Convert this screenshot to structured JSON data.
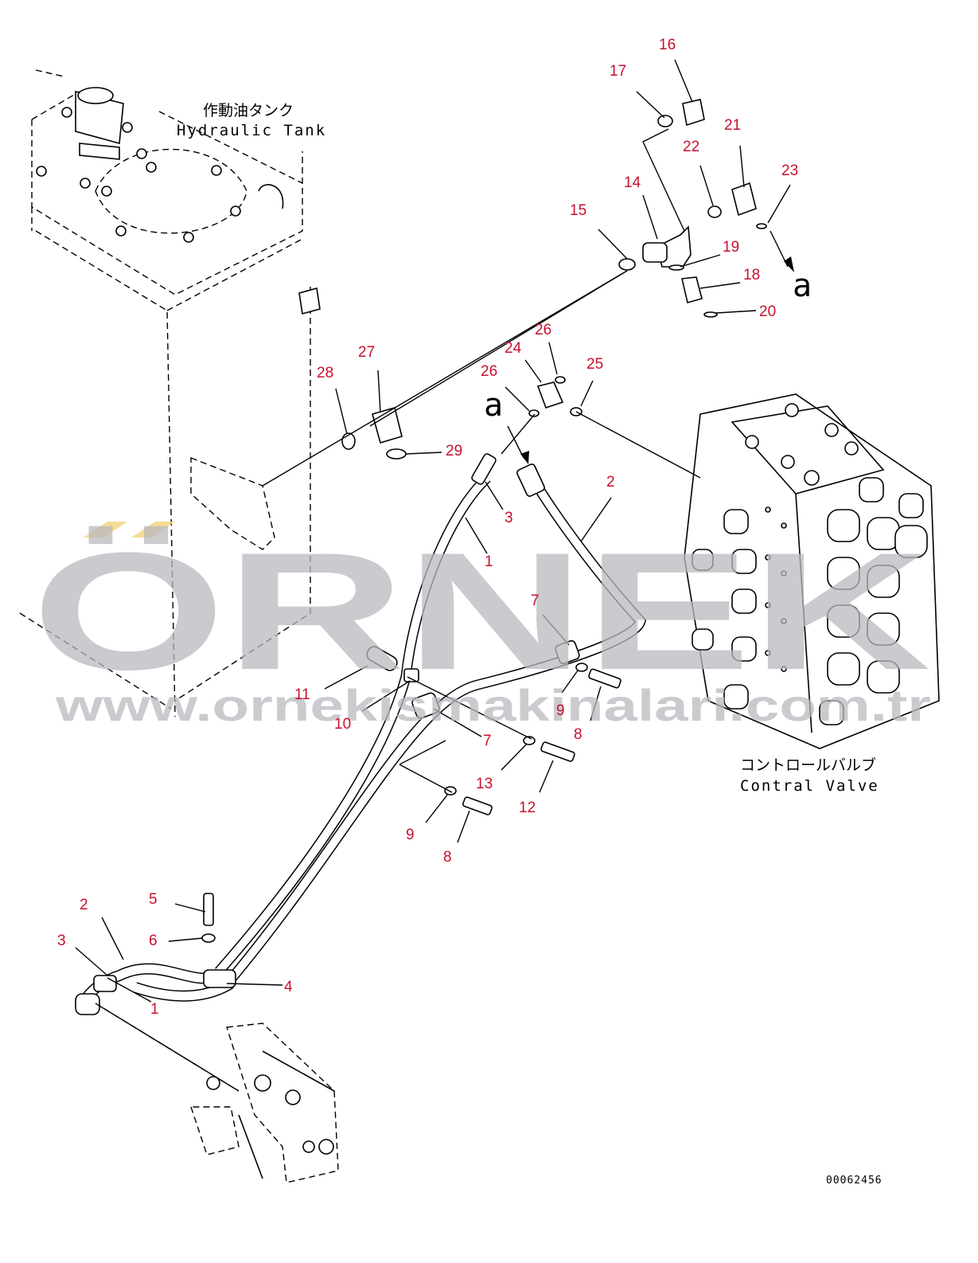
{
  "tank_label": {
    "jp": "作動油タンク",
    "en": "Hydraulic Tank"
  },
  "valve_label": {
    "jp": "コントロールバルブ",
    "en": "Contral Valve"
  },
  "callouts": [
    "1",
    "2",
    "3",
    "4",
    "5",
    "6",
    "7",
    "8",
    "9",
    "10",
    "11",
    "12",
    "13",
    "14",
    "15",
    "16",
    "17",
    "18",
    "19",
    "20",
    "21",
    "22",
    "23",
    "24",
    "25",
    "26",
    "27",
    "28",
    "29"
  ],
  "reference_letter": "a",
  "drawing_number": "00062456",
  "watermark": {
    "brand": "ÖRNEK",
    "url": "www.ornekismakinalari.com.tr"
  },
  "colors": {
    "callout": "#c8102e",
    "line": "#000000",
    "watermark": "#b9b9bf",
    "watermark_accent": "#f2d27a"
  }
}
